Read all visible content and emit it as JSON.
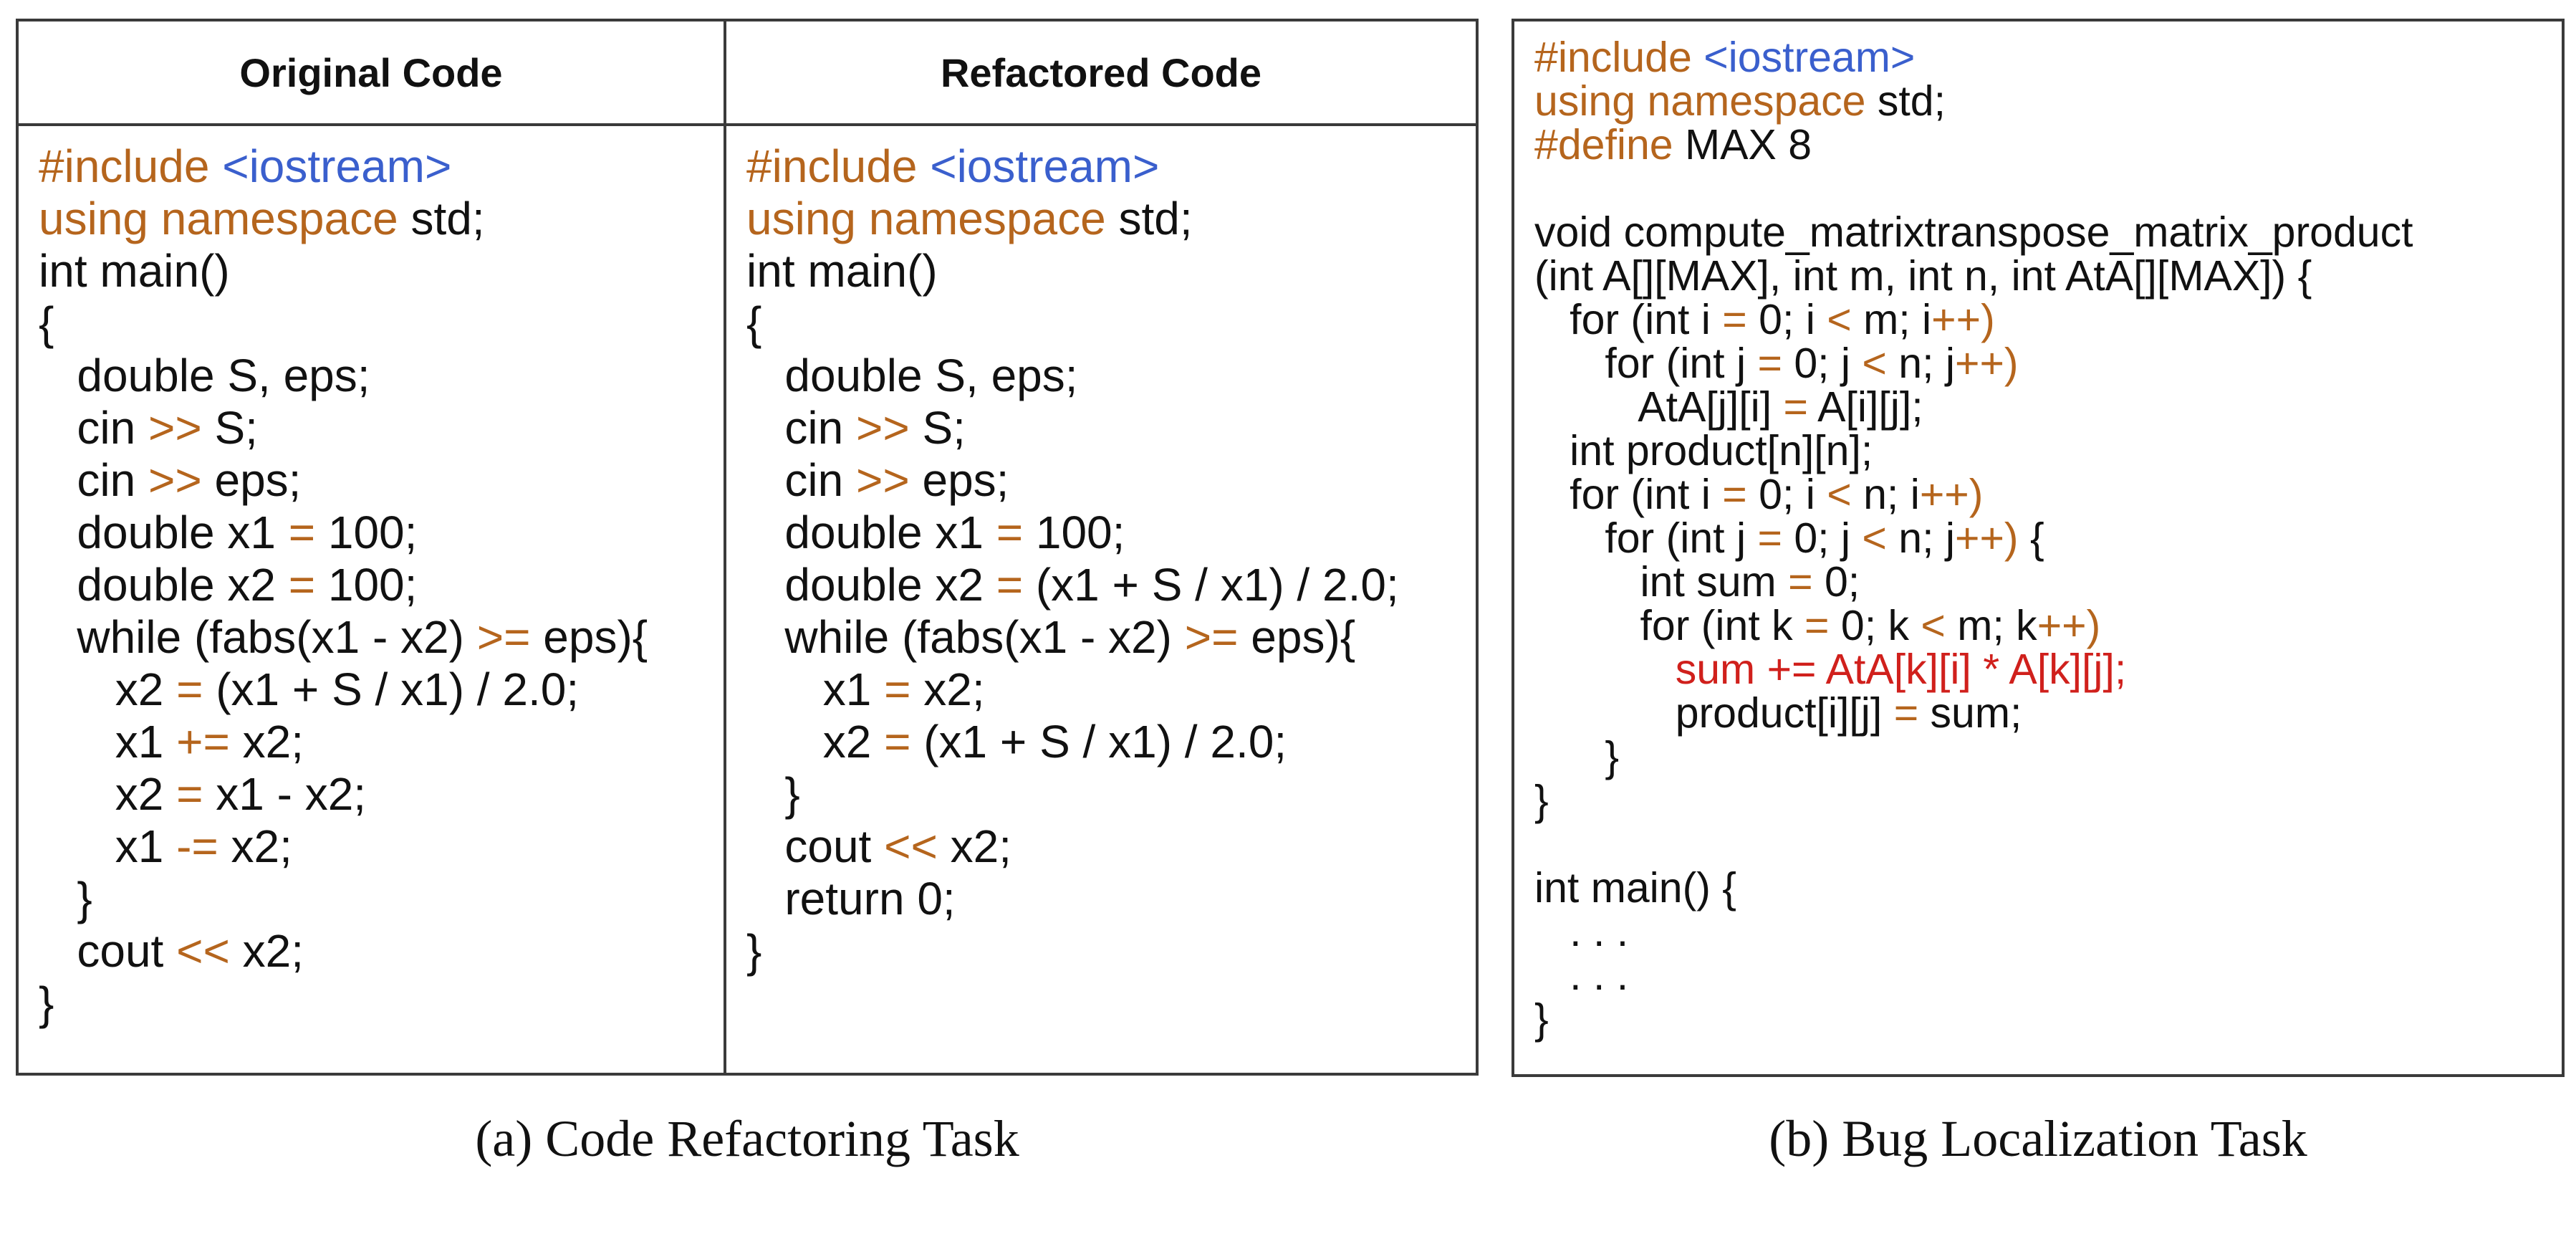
{
  "figure": {
    "panel_a": {
      "original_header": "Original Code",
      "refactored_header": "Refactored Code",
      "caption": "(a) Code Refactoring Task"
    },
    "panel_b": {
      "caption": "(b) Bug Localization Task"
    }
  },
  "colors": {
    "keyword_operator": "#b5651d",
    "include_header": "#3a5fcd",
    "bug_line": "#d0201c",
    "border": "#3a3a3a"
  },
  "original_code": [
    [
      [
        "kw",
        "#include "
      ],
      [
        "inc",
        "<iostream>"
      ]
    ],
    [
      [
        "kw",
        "using namespace"
      ],
      [
        "t",
        " std;"
      ]
    ],
    [
      [
        "t",
        "int main()"
      ]
    ],
    [
      [
        "t",
        "{"
      ]
    ],
    [
      [
        "t",
        "   double S, eps;"
      ]
    ],
    [
      [
        "t",
        "   cin "
      ],
      [
        "kw",
        ">>"
      ],
      [
        "t",
        " S;"
      ]
    ],
    [
      [
        "t",
        "   cin "
      ],
      [
        "kw",
        ">>"
      ],
      [
        "t",
        " eps;"
      ]
    ],
    [
      [
        "t",
        "   double x1 "
      ],
      [
        "kw",
        "="
      ],
      [
        "t",
        " 100;"
      ]
    ],
    [
      [
        "t",
        "   double x2 "
      ],
      [
        "kw",
        "="
      ],
      [
        "t",
        " 100;"
      ]
    ],
    [
      [
        "t",
        "   while (fabs(x1 - x2) "
      ],
      [
        "kw",
        ">="
      ],
      [
        "t",
        " eps){"
      ]
    ],
    [
      [
        "t",
        "      x2 "
      ],
      [
        "kw",
        "="
      ],
      [
        "t",
        " (x1 + S / x1) / 2.0;"
      ]
    ],
    [
      [
        "t",
        "      x1 "
      ],
      [
        "kw",
        "+="
      ],
      [
        "t",
        " x2;"
      ]
    ],
    [
      [
        "t",
        "      x2 "
      ],
      [
        "kw",
        "="
      ],
      [
        "t",
        " x1 - x2;"
      ]
    ],
    [
      [
        "t",
        "      x1 "
      ],
      [
        "kw",
        "-="
      ],
      [
        "t",
        " x2;"
      ]
    ],
    [
      [
        "t",
        "   }"
      ]
    ],
    [
      [
        "t",
        "   cout "
      ],
      [
        "kw",
        "<<"
      ],
      [
        "t",
        " x2;"
      ]
    ],
    [
      [
        "t",
        "}"
      ]
    ]
  ],
  "refactored_code": [
    [
      [
        "kw",
        "#include "
      ],
      [
        "inc",
        "<iostream>"
      ]
    ],
    [
      [
        "kw",
        "using namespace"
      ],
      [
        "t",
        " std;"
      ]
    ],
    [
      [
        "t",
        "int main()"
      ]
    ],
    [
      [
        "t",
        "{"
      ]
    ],
    [
      [
        "t",
        "   double S, eps;"
      ]
    ],
    [
      [
        "t",
        "   cin "
      ],
      [
        "kw",
        ">>"
      ],
      [
        "t",
        " S;"
      ]
    ],
    [
      [
        "t",
        "   cin "
      ],
      [
        "kw",
        ">>"
      ],
      [
        "t",
        " eps;"
      ]
    ],
    [
      [
        "t",
        "   double x1 "
      ],
      [
        "kw",
        "="
      ],
      [
        "t",
        " 100;"
      ]
    ],
    [
      [
        "t",
        "   double x2 "
      ],
      [
        "kw",
        "="
      ],
      [
        "t",
        " (x1 + S / x1) / 2.0;"
      ]
    ],
    [
      [
        "t",
        "   while (fabs(x1 - x2) "
      ],
      [
        "kw",
        ">="
      ],
      [
        "t",
        " eps){"
      ]
    ],
    [
      [
        "t",
        "      x1 "
      ],
      [
        "kw",
        "="
      ],
      [
        "t",
        " x2;"
      ]
    ],
    [
      [
        "t",
        "      x2 "
      ],
      [
        "kw",
        "="
      ],
      [
        "t",
        " (x1 + S / x1) / 2.0;"
      ]
    ],
    [
      [
        "t",
        "   }"
      ]
    ],
    [
      [
        "t",
        "   cout "
      ],
      [
        "kw",
        "<<"
      ],
      [
        "t",
        " x2;"
      ]
    ],
    [
      [
        "t",
        "   return 0;"
      ]
    ],
    [
      [
        "t",
        "}"
      ]
    ]
  ],
  "bug_code": [
    [
      [
        "kw",
        "#include "
      ],
      [
        "inc",
        "<iostream>"
      ]
    ],
    [
      [
        "kw",
        "using namespace"
      ],
      [
        "t",
        " std;"
      ]
    ],
    [
      [
        "kw",
        "#define"
      ],
      [
        "t",
        " MAX 8"
      ]
    ],
    [
      [
        "t",
        ""
      ]
    ],
    [
      [
        "t",
        "void compute_matrixtranspose_matrix_product"
      ]
    ],
    [
      [
        "t",
        "(int A[][MAX], int m, int n, int AtA[][MAX]) {"
      ]
    ],
    [
      [
        "t",
        "   for (int i "
      ],
      [
        "kw",
        "="
      ],
      [
        "t",
        " 0; i "
      ],
      [
        "kw",
        "<"
      ],
      [
        "t",
        " m; i"
      ],
      [
        "kw",
        "++)"
      ]
    ],
    [
      [
        "t",
        "      for (int j "
      ],
      [
        "kw",
        "="
      ],
      [
        "t",
        " 0; j "
      ],
      [
        "kw",
        "<"
      ],
      [
        "t",
        " n; j"
      ],
      [
        "kw",
        "++)"
      ]
    ],
    [
      [
        "t",
        "         AtA[j][i] "
      ],
      [
        "kw",
        "="
      ],
      [
        "t",
        " A[i][j];"
      ]
    ],
    [
      [
        "t",
        "   int product[n][n];"
      ]
    ],
    [
      [
        "t",
        "   for (int i "
      ],
      [
        "kw",
        "="
      ],
      [
        "t",
        " 0; i "
      ],
      [
        "kw",
        "<"
      ],
      [
        "t",
        " n; i"
      ],
      [
        "kw",
        "++)"
      ]
    ],
    [
      [
        "t",
        "      for (int j "
      ],
      [
        "kw",
        "="
      ],
      [
        "t",
        " 0; j "
      ],
      [
        "kw",
        "<"
      ],
      [
        "t",
        " n; j"
      ],
      [
        "kw",
        "++)"
      ],
      [
        "t",
        " {"
      ]
    ],
    [
      [
        "t",
        "         int sum "
      ],
      [
        "kw",
        "="
      ],
      [
        "t",
        " 0;"
      ]
    ],
    [
      [
        "t",
        "         for (int k "
      ],
      [
        "kw",
        "="
      ],
      [
        "t",
        " 0; k "
      ],
      [
        "kw",
        "<"
      ],
      [
        "t",
        " m; k"
      ],
      [
        "kw",
        "++)"
      ]
    ],
    [
      [
        "t",
        "            "
      ],
      [
        "bug",
        "sum += AtA[k][i] * A[k][j];"
      ]
    ],
    [
      [
        "t",
        "            product[i][j] "
      ],
      [
        "kw",
        "="
      ],
      [
        "t",
        " sum;"
      ]
    ],
    [
      [
        "t",
        "      }"
      ]
    ],
    [
      [
        "t",
        "}"
      ]
    ],
    [
      [
        "t",
        ""
      ]
    ],
    [
      [
        "t",
        "int main() {"
      ]
    ],
    [
      [
        "t",
        "   . . ."
      ]
    ],
    [
      [
        "t",
        "   . . ."
      ]
    ],
    [
      [
        "t",
        "}"
      ]
    ]
  ]
}
